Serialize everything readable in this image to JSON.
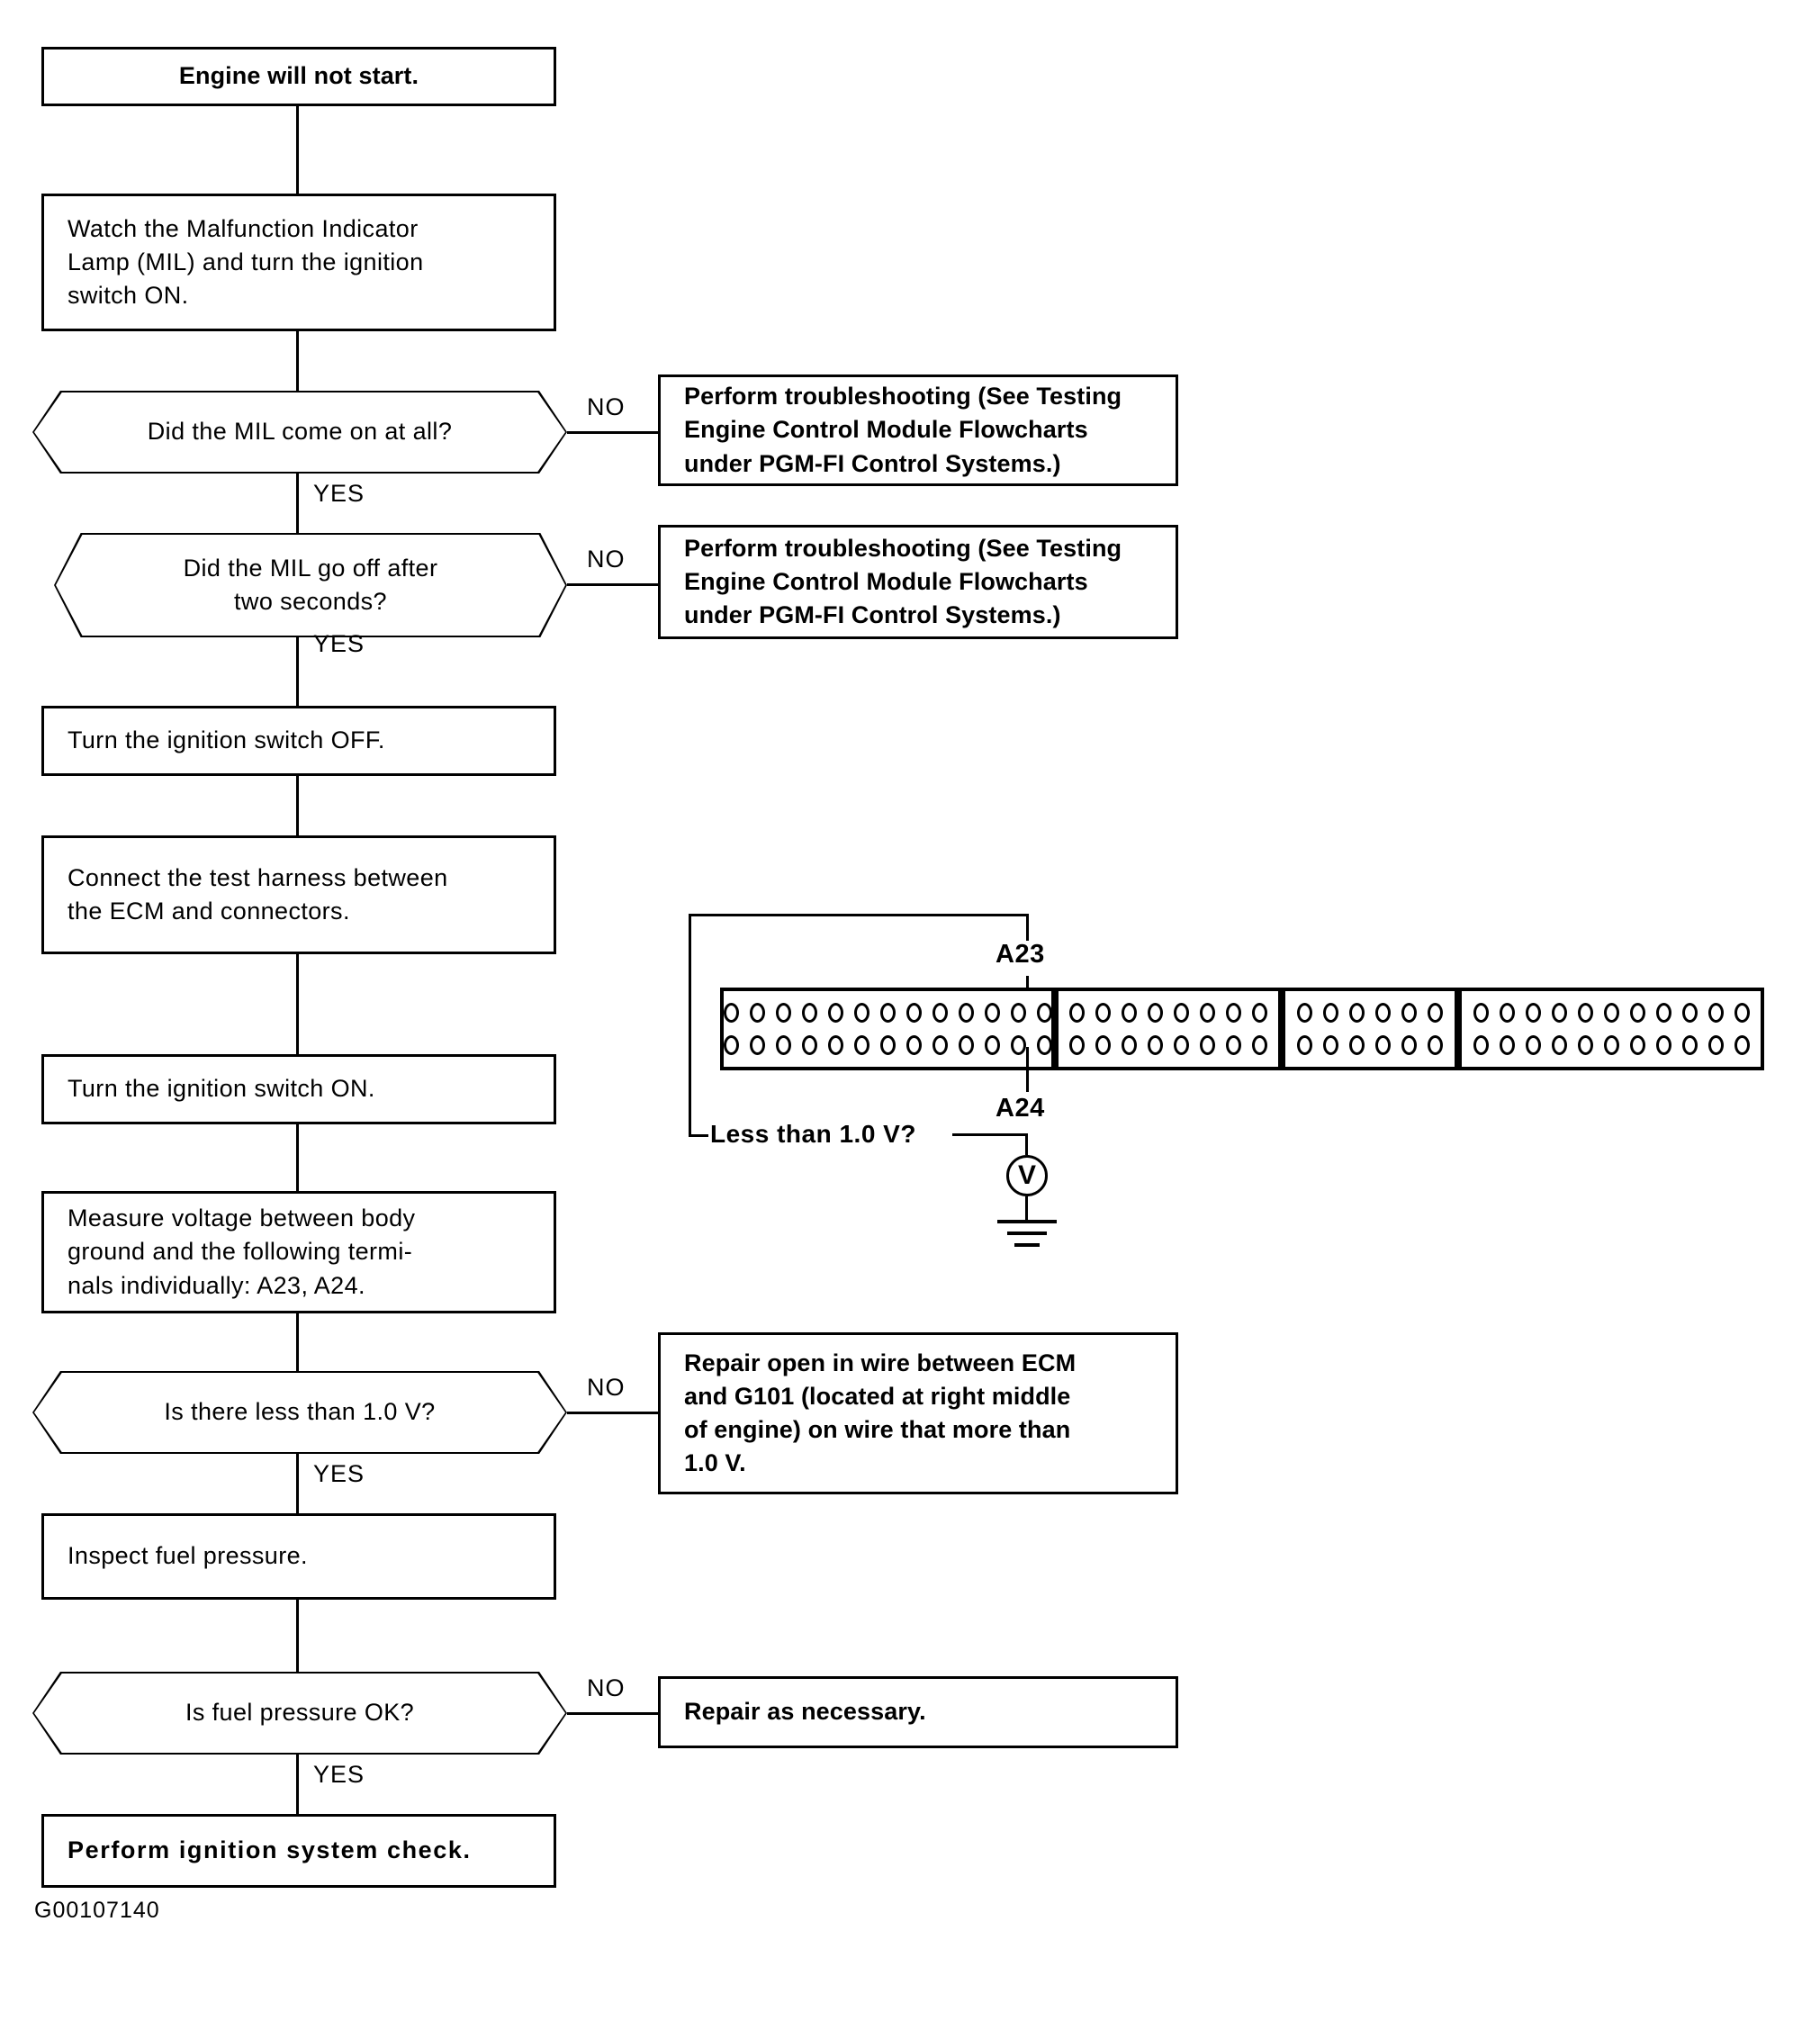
{
  "figure": {
    "id_label": "G00107140",
    "title": "Engine will not start."
  },
  "flow": {
    "steps": [
      {
        "name": "start",
        "text": "Engine will not start."
      },
      {
        "name": "watch-mil",
        "text": "Watch the Malfunction Indicator\nLamp (MIL) and turn the ignition\nswitch ON."
      },
      {
        "name": "ignition-off",
        "text": "Turn the ignition switch OFF."
      },
      {
        "name": "connect-harness",
        "text": "Connect the test harness between\nthe  ECM  and  connectors."
      },
      {
        "name": "ignition-on",
        "text": "Turn the ignition switch ON."
      },
      {
        "name": "measure-voltage",
        "text": "Measure voltage between body\nground and the following termi-\nnals individually: A23, A24."
      },
      {
        "name": "inspect-fuel",
        "text": "Inspect fuel pressure."
      },
      {
        "name": "ignition-check",
        "text": "Perform  ignition  system  check."
      }
    ],
    "decisions": [
      {
        "name": "mil-come-on",
        "text": "Did the MIL come on at all?"
      },
      {
        "name": "mil-go-off",
        "text": "Did the MIL go off after\ntwo seconds?"
      },
      {
        "name": "less-than-1v",
        "text": "Is there less than 1.0 V?"
      },
      {
        "name": "fuel-pressure",
        "text": "Is fuel pressure OK?"
      }
    ],
    "outcomes": [
      {
        "name": "troubleshoot-1",
        "text": "Perform troubleshooting (See Testing\nEngine Control Module Flowcharts\nunder PGM-FI Control Systems.)"
      },
      {
        "name": "troubleshoot-2",
        "text": "Perform troubleshooting (See Testing\nEngine Control Module Flowcharts\nunder PGM-FI Control Systems.)"
      },
      {
        "name": "repair-open",
        "text": "Repair open in wire between ECM\nand G101 (located at right middle\nof engine) on wire that more than\n1.0 V."
      },
      {
        "name": "repair-needed",
        "text": "Repair as necessary."
      }
    ],
    "branch_labels": {
      "yes": "YES",
      "no": "NO"
    }
  },
  "connector": {
    "terminal_top": "A23",
    "terminal_bottom": "A24",
    "probe_label": "Less than 1.0 V?",
    "meter_symbol": "V",
    "blocks": [
      {
        "name": "connector-block-a",
        "pins_per_row": 13,
        "rows": 2
      },
      {
        "name": "connector-block-b",
        "pins_per_row": 8,
        "rows": 2
      },
      {
        "name": "connector-block-c",
        "pins_per_row": 6,
        "rows": 2
      },
      {
        "name": "connector-block-d",
        "pins_per_row": 11,
        "rows": 2
      }
    ],
    "highlighted_pin_index": 12,
    "highlighted_block": "connector-block-a"
  },
  "colors": {
    "ink": "#000000",
    "paper": "#ffffff"
  }
}
